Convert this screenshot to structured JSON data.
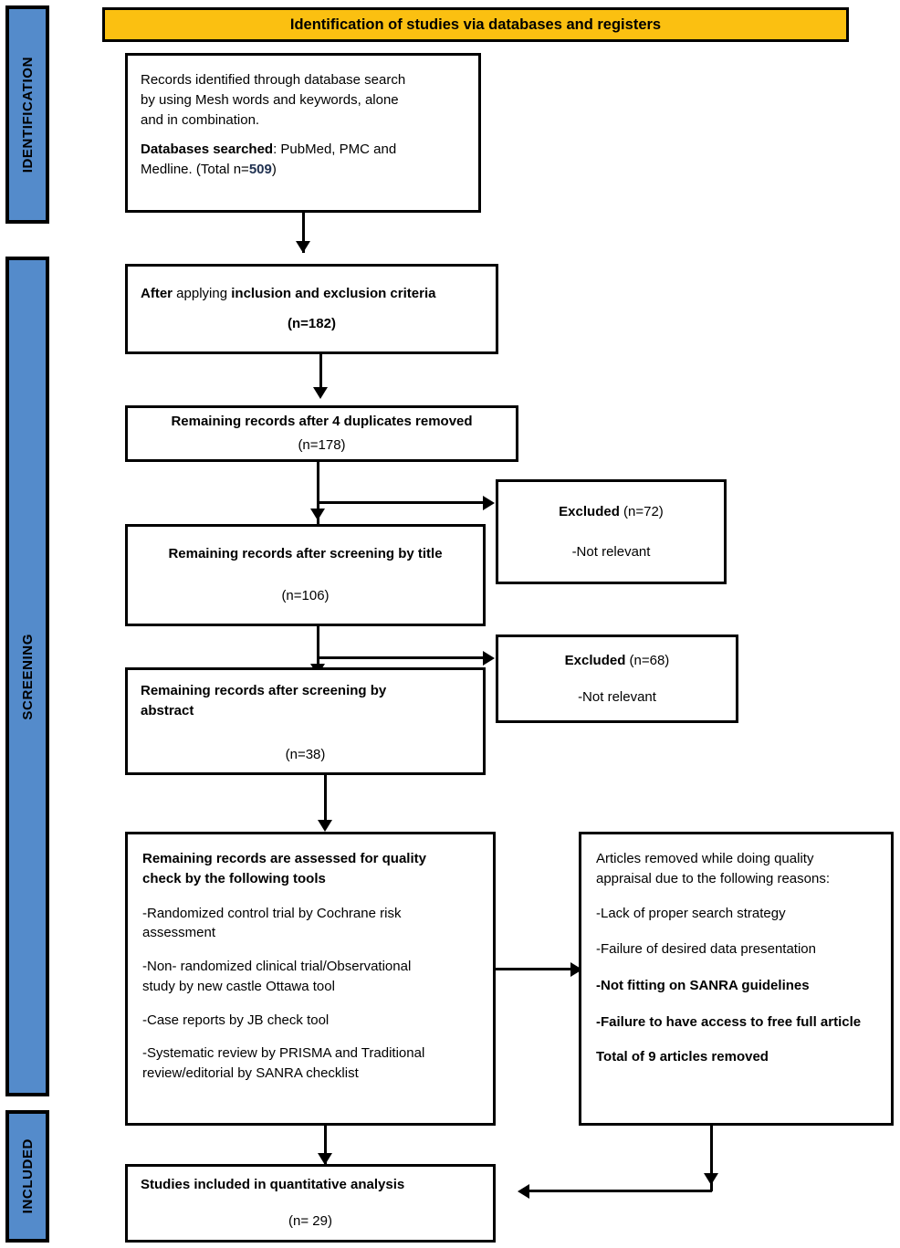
{
  "diagram": {
    "type": "prisma-flow-diagram",
    "banner": {
      "title": "Identification of studies via databases and registers",
      "color": "#FBC011"
    },
    "phase_bars": [
      {
        "id": "identification",
        "label": "IDENTIFICATION",
        "color": "#548BCB"
      },
      {
        "id": "screening",
        "label": "SCREENING",
        "color": "#548BCB"
      },
      {
        "id": "included",
        "label": "INCLUDED",
        "color": "#548BCB"
      }
    ],
    "boxes": {
      "records_identified": {
        "line1": "Records identified through database search",
        "line2": "by using Mesh words and keywords, alone",
        "line3": "and in combination.",
        "db_label": "Databases searched",
        "db_rest": ": PubMed, PMC and",
        "db_line2_pre": "Medline.  (Total n=",
        "db_count": "509",
        "db_line2_post": ")"
      },
      "after_criteria": {
        "line1_pre": "After",
        "line1_mid": " applying ",
        "line1_post": "inclusion and exclusion criteria",
        "count": "(n=182)"
      },
      "duplicates_removed": {
        "title": "Remaining records after 4 duplicates removed",
        "count": "(n=178)"
      },
      "screened_title": {
        "title": "Remaining records after screening by title",
        "count": "(n=106)"
      },
      "excluded_title": {
        "label": "Excluded",
        "count": " (n=72)",
        "reason": "-Not relevant"
      },
      "screened_abstract": {
        "title_line1": "Remaining records after screening by",
        "title_line2": "abstract",
        "count": "(n=38)"
      },
      "excluded_abstract": {
        "label": "Excluded",
        "count": " (n=68)",
        "reason": "-Not relevant"
      },
      "quality_check": {
        "title_line1": "Remaining records are assessed for quality",
        "title_line2": "check by the following tools",
        "item1_line1": "-Randomized control trial by Cochrane risk",
        "item1_line2": "assessment",
        "item2_line1": "-Non- randomized clinical trial/Observational",
        "item2_line2": "study by new castle Ottawa tool",
        "item3": "-Case reports by JB check tool",
        "item4_line1": "-Systematic review by PRISMA and Traditional",
        "item4_line2": "review/editorial by SANRA checklist"
      },
      "articles_removed": {
        "intro_line1": "Articles removed while doing quality",
        "intro_line2": "appraisal due to the following reasons:",
        "reason1": "-Lack of proper search strategy",
        "reason2": "-Failure of desired data presentation",
        "reason3": "-Not fitting on SANRA guidelines",
        "reason4": "-Failure to have access to free full article",
        "total": "Total of 9 articles removed"
      },
      "studies_included": {
        "title": "Studies included in quantitative analysis",
        "count": "(n= 29)"
      }
    }
  }
}
